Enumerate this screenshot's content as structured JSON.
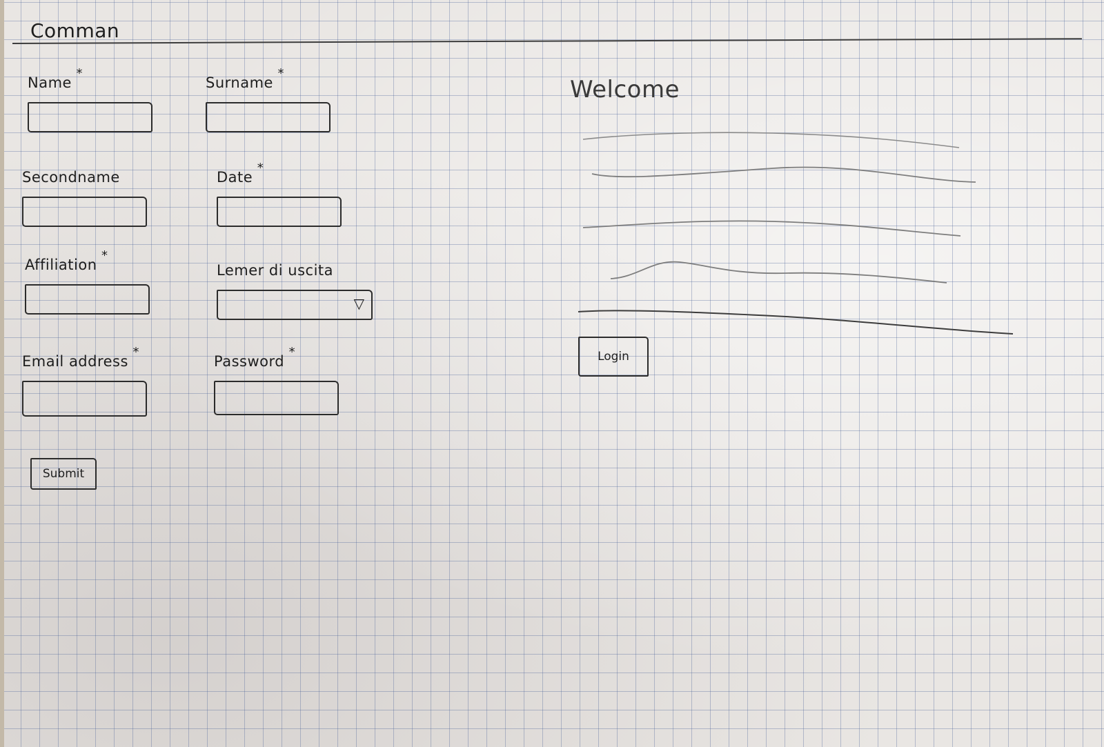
{
  "header": {
    "title": "Comman"
  },
  "form": {
    "fields": [
      {
        "label": "Name",
        "required": "*"
      },
      {
        "label": "Surname",
        "required": "*"
      },
      {
        "label": "Secondname",
        "required": ""
      },
      {
        "label": "Date",
        "required": "*"
      },
      {
        "label": "Affiliation",
        "required": "*"
      },
      {
        "label": "Lemer di uscita",
        "required": "",
        "icon": "chevron-down-icon"
      },
      {
        "label": "Email address",
        "required": "*"
      },
      {
        "label": "Password",
        "required": "*"
      }
    ],
    "submit_label": "Submit"
  },
  "welcome": {
    "title": "Welcome",
    "login_label": "Login"
  }
}
